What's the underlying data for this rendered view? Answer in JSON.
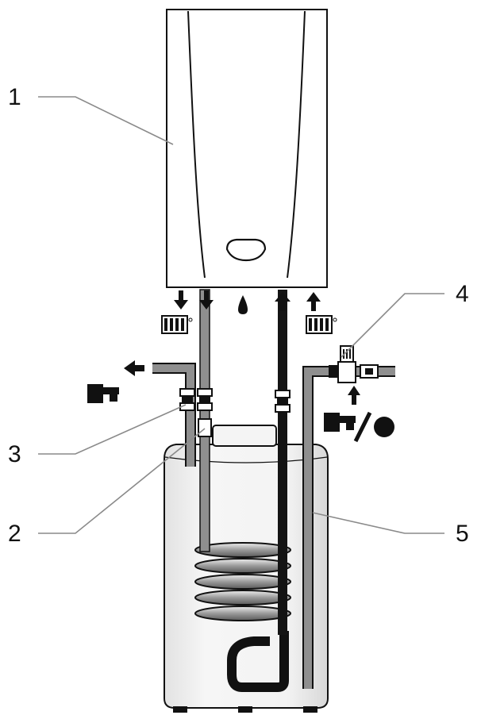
{
  "callouts": [
    {
      "id": "1",
      "label": "1"
    },
    {
      "id": "2",
      "label": "2"
    },
    {
      "id": "3",
      "label": "3"
    },
    {
      "id": "4",
      "label": "4"
    },
    {
      "id": "5",
      "label": "5"
    }
  ],
  "colors": {
    "outline": "#111111",
    "pipe_grey": "#8f8f8f",
    "pipe_dark": "#141414",
    "tank_shade": "#dedede",
    "leader": "#8a8a8a"
  },
  "icons": [
    "boiler-unit",
    "radiator-icon",
    "hot-tap-icon",
    "cold-tap-icon",
    "water-drop-icon",
    "mains-water-icon",
    "arrow-icon",
    "check-valve-icon",
    "storage-tank",
    "heating-coil"
  ]
}
